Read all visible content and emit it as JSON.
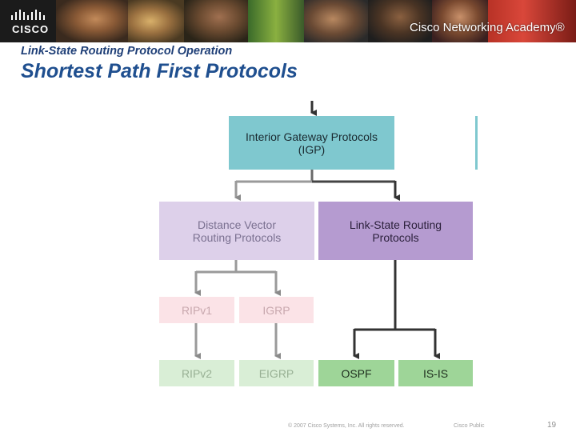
{
  "header": {
    "logo_text": "CISCO",
    "academy_text": "Cisco Networking Academy®"
  },
  "slide": {
    "subtitle": "Link-State Routing Protocol Operation",
    "title": "Shortest Path First Protocols"
  },
  "diagram": {
    "igp": [
      "Interior Gateway Protocols",
      "(IGP)"
    ],
    "distance_vector": [
      "Distance Vector",
      "Routing Protocols"
    ],
    "link_state": [
      "Link-State Routing",
      "Protocols"
    ],
    "ripv1": "RIPv1",
    "igrp": "IGRP",
    "ripv2": "RIPv2",
    "eigrp": "EIGRP",
    "ospf": "OSPF",
    "isis": "IS-IS",
    "colors": {
      "igp": "#7fc8cf",
      "distance_vector": "#ddd0ea",
      "link_state": "#b59bd0",
      "pink": "#fbe3e7",
      "green_faded": "#d9eed6",
      "green": "#9ed598",
      "connector_dark": "#444444",
      "connector_faded": "#9a9a9a"
    }
  },
  "footer": {
    "copyright": "© 2007 Cisco Systems, Inc. All rights reserved.",
    "classification": "Cisco Public",
    "page_number": "19"
  }
}
